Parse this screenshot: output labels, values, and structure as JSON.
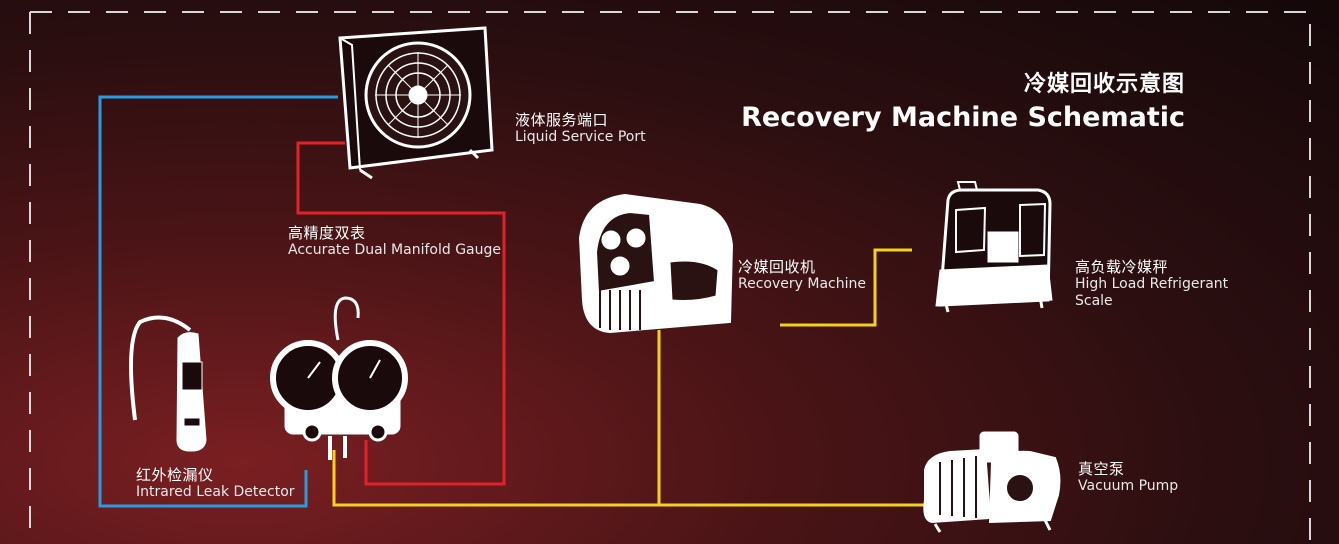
{
  "title": {
    "zh": "冷媒回收示意图",
    "en": "Recovery Machine Schematic"
  },
  "components": {
    "liquid_service_port": {
      "zh": "液体服务端口",
      "en": "Liquid Service Port",
      "icon": "outdoor-ac-unit-icon"
    },
    "manifold_gauge": {
      "zh": "高精度双表",
      "en": "Accurate Dual Manifold Gauge",
      "icon": "dual-manifold-gauge-icon"
    },
    "recovery_machine": {
      "zh": "冷媒回收机",
      "en": "Recovery Machine",
      "icon": "recovery-machine-icon"
    },
    "refrigerant_scale": {
      "zh": "高负载冷媒秤",
      "en_line1": "High Load Refrigerant",
      "en_line2": "Scale",
      "icon": "refrigerant-scale-icon"
    },
    "leak_detector": {
      "zh": "红外检漏仪",
      "en": "Intrared Leak Detector",
      "icon": "leak-detector-icon"
    },
    "vacuum_pump": {
      "zh": "真空泵",
      "en": "Vacuum Pump",
      "icon": "vacuum-pump-icon"
    }
  },
  "colors": {
    "blue_line": "#2a9be0",
    "red_line": "#e0222a",
    "yellow_line": "#f2d21a",
    "dashed_border": "#d8d8d8"
  }
}
